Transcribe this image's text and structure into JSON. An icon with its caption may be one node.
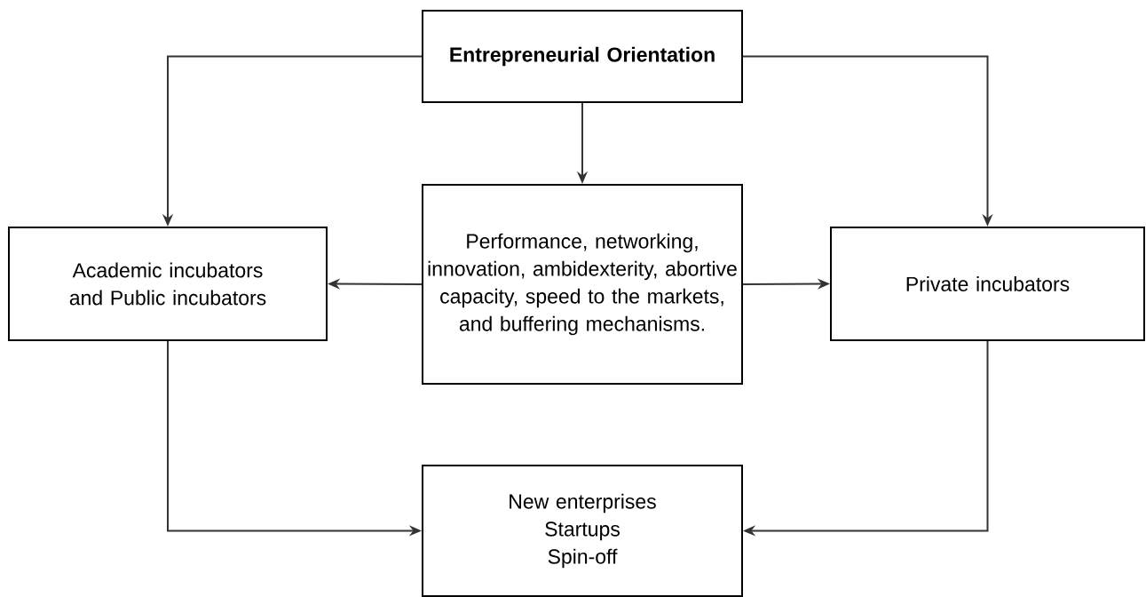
{
  "diagram": {
    "nodes": [
      {
        "text": [
          "Entrepreneurial Orientation"
        ]
      },
      {
        "text": [
          "Academic incubators and Public incubators"
        ]
      },
      {
        "text": [
          "Performance, networking, innovation, ambidexterity, abortive capacity, speed to the markets, and buffering mechanisms."
        ]
      },
      {
        "text": [
          "Private incubators"
        ]
      },
      {
        "text": [
          "New enterprises",
          "Startups",
          "Spin-off"
        ]
      }
    ],
    "edges": [
      {
        "from": 0,
        "to": 1,
        "arrow": "to"
      },
      {
        "from": 0,
        "to": 2,
        "arrow": "to"
      },
      {
        "from": 0,
        "to": 3,
        "arrow": "to"
      },
      {
        "from": 2,
        "to": 1,
        "arrow": "to"
      },
      {
        "from": 2,
        "to": 3,
        "arrow": "to"
      },
      {
        "from": 1,
        "to": 4,
        "arrow": "to"
      },
      {
        "from": 3,
        "to": 4,
        "arrow": "to"
      }
    ]
  }
}
